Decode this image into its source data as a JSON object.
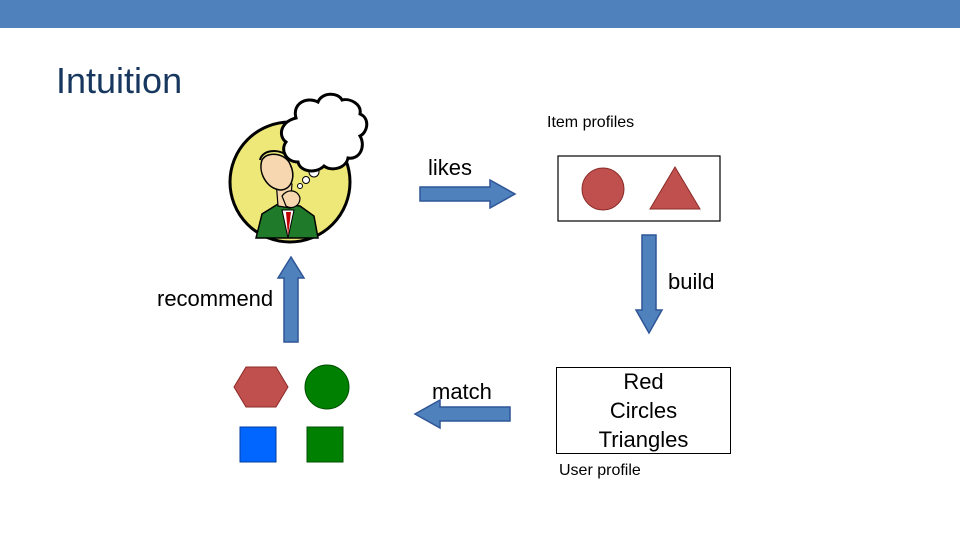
{
  "slide": {
    "title": "Intuition",
    "accent_color": "#4f81bd",
    "title_color": "#17375e"
  },
  "diagram": {
    "item_profiles_label": "Item profiles",
    "likes_label": "likes",
    "build_label": "build",
    "recommend_label": "recommend",
    "match_label": "match",
    "user_profile_label": "User profile",
    "user_profile_lines": [
      "Red",
      "Circles",
      "Triangles"
    ],
    "liked_items": [
      "red-circle",
      "red-triangle"
    ],
    "candidate_items": [
      "red-hexagon",
      "green-circle",
      "blue-square",
      "green-square"
    ],
    "colors": {
      "red_shape": "#c0504d",
      "green_shape": "#008000",
      "blue_shape": "#0066ff",
      "arrow": "#4f81bd",
      "face_bg": "#eee878"
    }
  }
}
